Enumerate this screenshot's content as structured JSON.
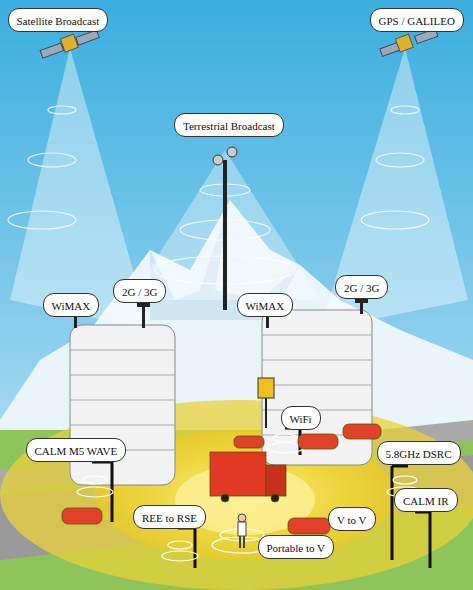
{
  "diagram": {
    "nodes": [
      {
        "text": [
          "Satellite Broadcast"
        ]
      },
      {
        "text": [
          "GPS / GALILEO"
        ]
      },
      {
        "text": [
          "Terrestrial Broadcast"
        ]
      },
      {
        "text": [
          "WiMAX"
        ]
      },
      {
        "text": [
          "2G / 3G"
        ]
      },
      {
        "text": [
          "WiMAX"
        ]
      },
      {
        "text": [
          "2G / 3G"
        ]
      },
      {
        "text": [
          "WiFi"
        ]
      },
      {
        "text": [
          "CALM M5 WAVE"
        ]
      },
      {
        "text": [
          "5.8GHz DSRC"
        ]
      },
      {
        "text": [
          "CALM IR"
        ]
      },
      {
        "text": [
          "REE to RSE"
        ]
      },
      {
        "text": [
          "V to V"
        ]
      },
      {
        "text": [
          "Portable to V"
        ]
      }
    ]
  }
}
